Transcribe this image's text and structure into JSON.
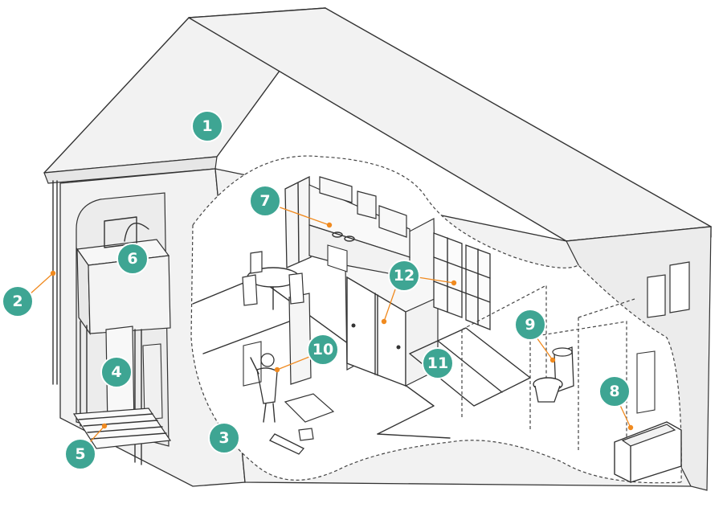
{
  "colors": {
    "badge": "#3ea593",
    "leader": "#f08a1f",
    "line": "#333333",
    "wall": "#f2f2f2",
    "floor": "#ffffff"
  },
  "badges": [
    {
      "id": "1",
      "label": "1"
    },
    {
      "id": "2",
      "label": "2"
    },
    {
      "id": "3",
      "label": "3"
    },
    {
      "id": "4",
      "label": "4"
    },
    {
      "id": "5",
      "label": "5"
    },
    {
      "id": "6",
      "label": "6"
    },
    {
      "id": "7",
      "label": "7"
    },
    {
      "id": "8",
      "label": "8"
    },
    {
      "id": "9",
      "label": "9"
    },
    {
      "id": "10",
      "label": "10"
    },
    {
      "id": "11",
      "label": "11"
    },
    {
      "id": "12",
      "label": "12"
    }
  ]
}
